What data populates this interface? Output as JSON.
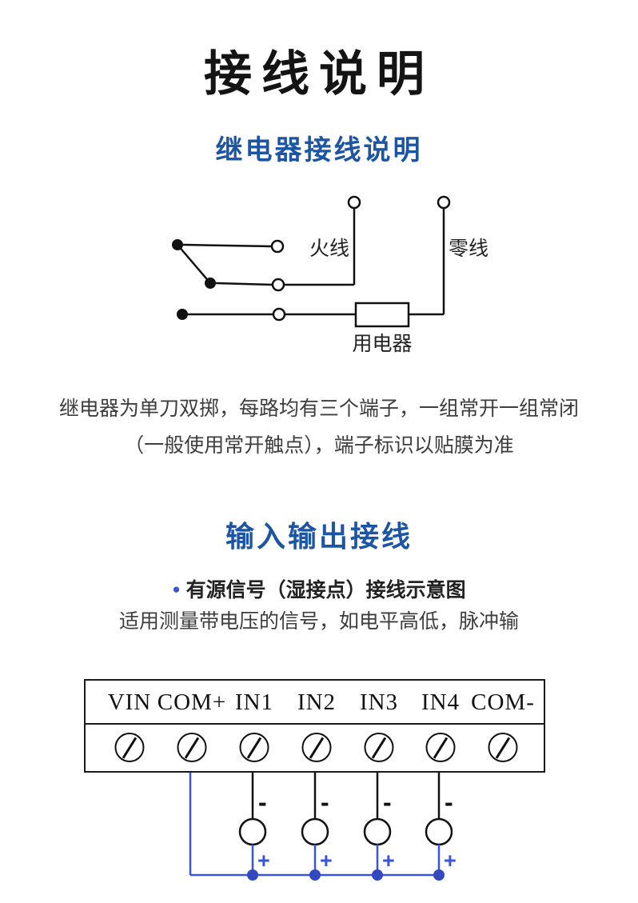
{
  "page": {
    "title": "接线说明"
  },
  "colors": {
    "heading_blue": "#1c55a3",
    "wire_blue": "#3a55d9",
    "line_black": "#111111",
    "body_text": "#3d3d3d"
  },
  "relay_section": {
    "heading": "继电器接线说明",
    "labels": {
      "live_wire": "火线",
      "neutral_wire": "零线",
      "appliance": "用电器"
    },
    "description_line1": "继电器为单刀双掷，每路均有三个端子，一组常开一组常闭",
    "description_line2": "（一般使用常开触点），端子标识以贴膜为准"
  },
  "io_section": {
    "heading": "输入输出接线",
    "bullet": "●",
    "bullet_text": "有源信号（湿接点）接线示意图",
    "description": "适用测量带电压的信号，如电平高低，脉冲输",
    "terminals": [
      "VIN",
      "COM+",
      "IN1",
      "IN2",
      "IN3",
      "IN4",
      "COM-"
    ],
    "minus_label": "-",
    "plus_label": "+"
  }
}
